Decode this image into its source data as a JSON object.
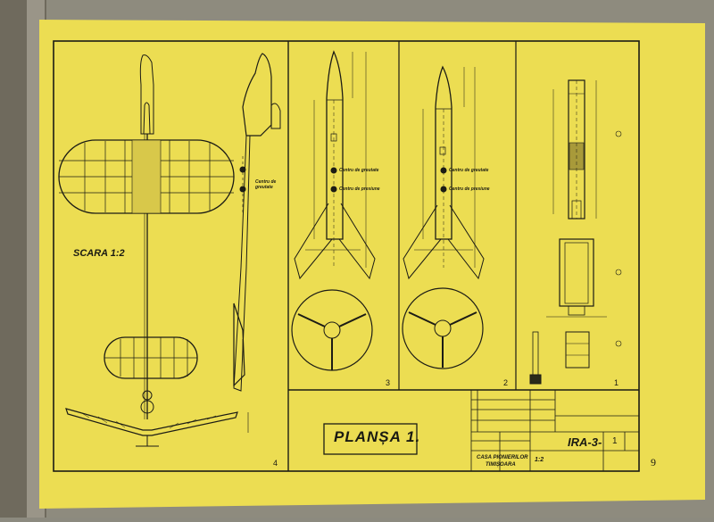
{
  "sheet": {
    "paper_color": "#ecdd52",
    "cover_color": "#7d7869",
    "line_color": "#1c1c15"
  },
  "labels": {
    "scale": "SCARA 1:2",
    "title": "PLANȘA 1.",
    "model_code": "IRA-3-",
    "sheet_number": "1",
    "page_number": "9",
    "panel_1": "1",
    "panel_2": "2",
    "panel_3": "3",
    "panel_4": "4",
    "school": "CASA PIONIERILOR",
    "school_city": "TIMIȘOARA",
    "scale_note": "1:2",
    "center_gravity_4": "Centru de greutate",
    "center_gravity_3": "Centru de greutate",
    "center_pressure_3": "Centru de presiune",
    "center_gravity_2": "Centru de greutate",
    "center_pressure_2": "Centru de presiune"
  }
}
